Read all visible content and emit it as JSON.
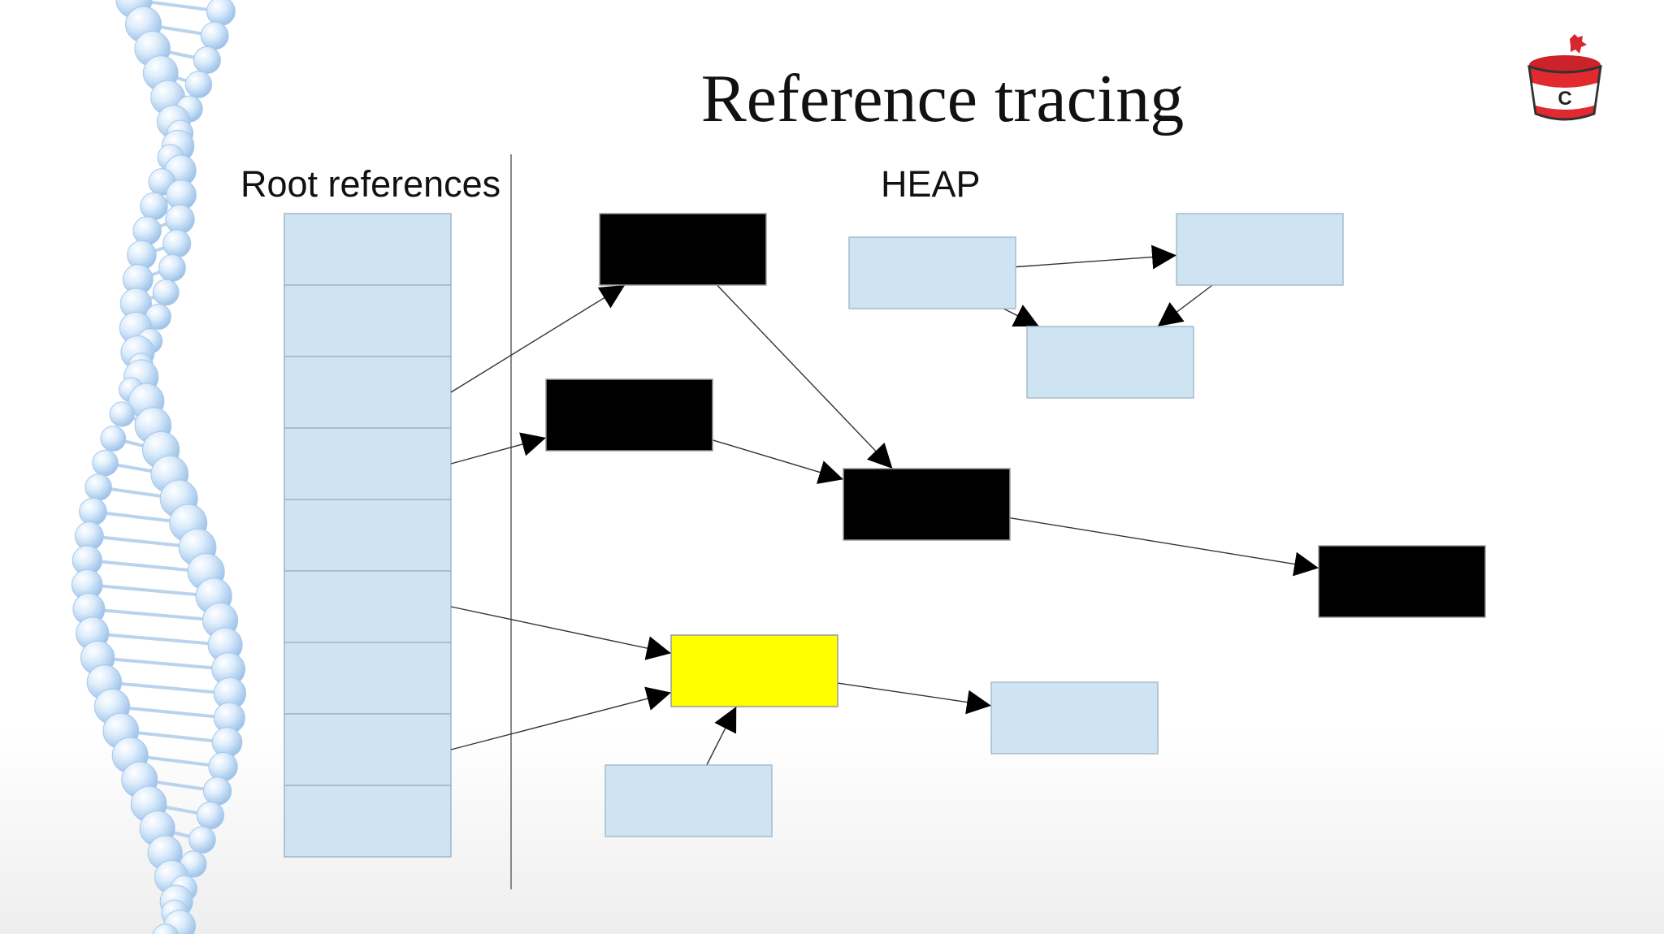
{
  "slide": {
    "title": "Reference tracing",
    "root_label": "Root references",
    "heap_label": "HEAP"
  },
  "colors": {
    "root_cell": "#cfe4f2",
    "root_cell_border": "#9fb6c6",
    "heap_object": "#cfe4f2",
    "heap_object_border": "#a7bccb",
    "marked_reachable": "#000000",
    "currently_processing": "#ffff00",
    "arrow": "#333333",
    "separator": "#888888"
  },
  "diagram": {
    "root_slot_count": 9,
    "objects": [
      {
        "id": "obj-a",
        "state": "marked"
      },
      {
        "id": "obj-b",
        "state": "marked"
      },
      {
        "id": "obj-c",
        "state": "marked"
      },
      {
        "id": "obj-d",
        "state": "marked"
      },
      {
        "id": "obj-e",
        "state": "processing"
      },
      {
        "id": "obj-f",
        "state": "unmarked"
      },
      {
        "id": "obj-g",
        "state": "unmarked"
      },
      {
        "id": "obj-h",
        "state": "unmarked"
      },
      {
        "id": "obj-i",
        "state": "unmarked"
      },
      {
        "id": "obj-j",
        "state": "unmarked"
      }
    ],
    "references": [
      {
        "from": "root-2",
        "to": "obj-a"
      },
      {
        "from": "root-3",
        "to": "obj-b"
      },
      {
        "from": "root-5",
        "to": "obj-e"
      },
      {
        "from": "root-7",
        "to": "obj-e"
      },
      {
        "from": "obj-a",
        "to": "obj-c"
      },
      {
        "from": "obj-b",
        "to": "obj-c"
      },
      {
        "from": "obj-c",
        "to": "obj-d"
      },
      {
        "from": "obj-e",
        "to": "obj-f"
      },
      {
        "from": "obj-g",
        "to": "obj-e"
      },
      {
        "from": "obj-h",
        "to": "obj-i"
      },
      {
        "from": "obj-h",
        "to": "obj-j"
      },
      {
        "from": "obj-i",
        "to": "obj-j"
      }
    ]
  },
  "decor": {
    "left_strip": "molecule-chain-icon",
    "logo": "c-bucket-logo-icon",
    "logo_letter": "C"
  }
}
